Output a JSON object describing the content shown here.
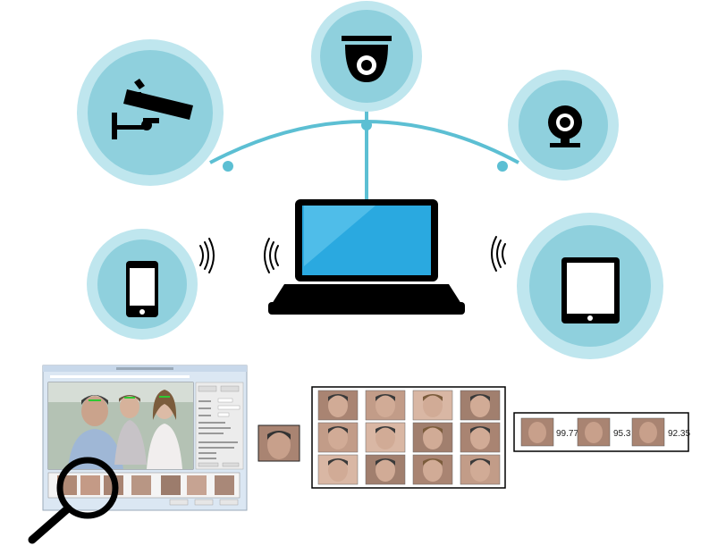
{
  "colors": {
    "circle_outer": "#bfe6ee",
    "circle_inner": "#8fd0dd",
    "connector": "#5cbfd3",
    "device_black": "#000000",
    "laptop_screen": "#2aa9e0"
  },
  "devices": [
    {
      "name": "cctv-camera",
      "icon": "cctv-camera-icon"
    },
    {
      "name": "dome-camera",
      "icon": "dome-camera-icon"
    },
    {
      "name": "webcam",
      "icon": "webcam-icon"
    },
    {
      "name": "smartphone",
      "icon": "smartphone-icon"
    },
    {
      "name": "tablet",
      "icon": "tablet-icon"
    },
    {
      "name": "laptop",
      "icon": "laptop-icon"
    }
  ],
  "scores": [
    "99.77",
    "95.3",
    "92.35"
  ]
}
